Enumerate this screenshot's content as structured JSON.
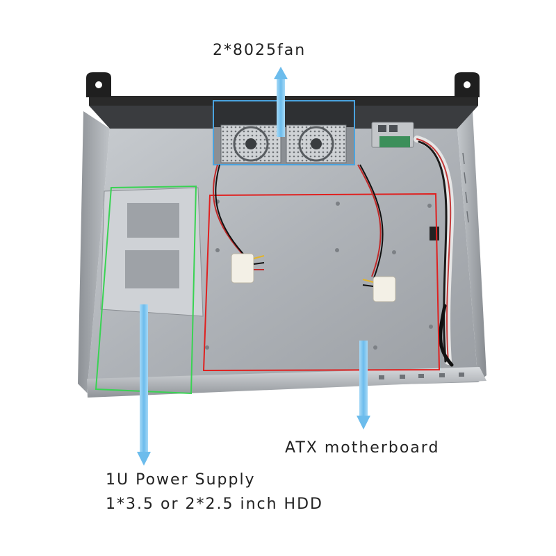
{
  "labels": {
    "fan": "2*8025fan",
    "motherboard": "ATX motherboard",
    "power_supply": "1U Power Supply",
    "hdd": "1*3.5 or 2*2.5 inch HDD"
  },
  "colors": {
    "background": "#ffffff",
    "chassis_floor": "#a9adb2",
    "chassis_wall": "#b8bcc0",
    "rack_ear": "#2a2a2a",
    "fan_outline": "#4aa3df",
    "motherboard_outline": "#e0201f",
    "psu_outline": "#39d353",
    "arrow": "#7cc4ef",
    "text": "#222222"
  }
}
